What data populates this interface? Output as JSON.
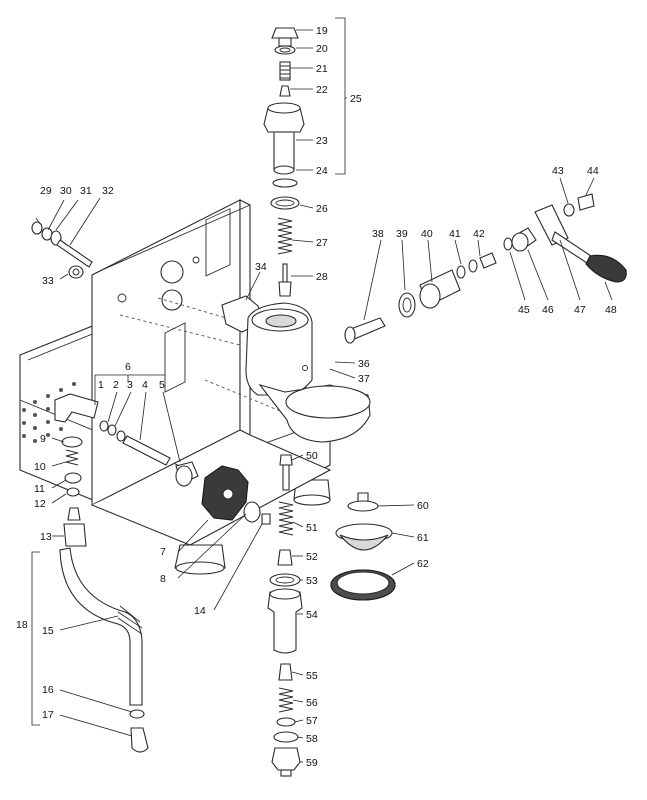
{
  "diagram": {
    "type": "exploded-parts-view",
    "labels": [
      "1",
      "2",
      "3",
      "4",
      "5",
      "6",
      "7",
      "8",
      "9",
      "10",
      "11",
      "12",
      "13",
      "14",
      "15",
      "16",
      "17",
      "18",
      "19",
      "20",
      "21",
      "22",
      "23",
      "24",
      "25",
      "26",
      "27",
      "28",
      "29",
      "30",
      "31",
      "32",
      "33",
      "34",
      "36",
      "37",
      "38",
      "39",
      "40",
      "41",
      "42",
      "43",
      "44",
      "45",
      "46",
      "47",
      "48",
      "50",
      "51",
      "52",
      "53",
      "54",
      "55",
      "56",
      "57",
      "58",
      "59",
      "60",
      "61",
      "62"
    ],
    "colors": {
      "line": "#2b2b2b",
      "shade": "#d9d9d9",
      "dark": "#3a3a3a",
      "background": "#ffffff"
    }
  }
}
